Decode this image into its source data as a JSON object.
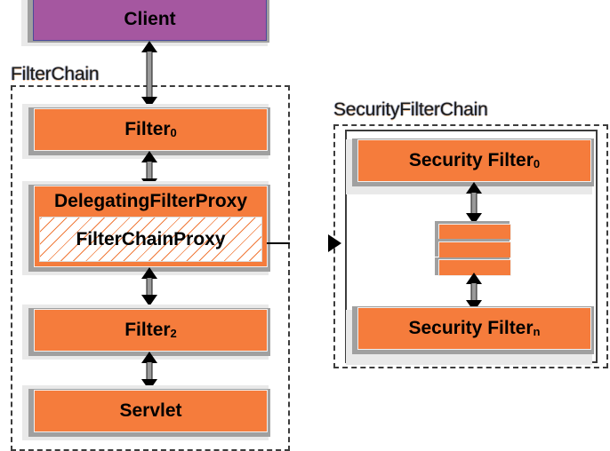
{
  "diagram": {
    "title": "Spring Security FilterChain / SecurityFilterChain delegation diagram",
    "colors": {
      "orange": "#f57c3c",
      "purple": "#a557a0",
      "shadow_dark": "#a0a0a0",
      "shadow_light": "#e9e9e9",
      "border_dashed": "#3c3c3c",
      "hatch_line": "#f07a3a",
      "background": "#ffffff"
    },
    "groups": [
      {
        "id": "filter-chain",
        "label": "FilterChain"
      },
      {
        "id": "security-filter-chain",
        "label": "SecurityFilterChain"
      }
    ],
    "nodes": {
      "client": {
        "label": "Client",
        "shape": "box",
        "fill": "purple"
      },
      "filter0": {
        "label": "Filter",
        "subscript": "0",
        "shape": "box",
        "fill": "orange"
      },
      "delegating_filter_proxy": {
        "label": "DelegatingFilterProxy",
        "shape": "box",
        "fill": "orange"
      },
      "filter_chain_proxy": {
        "label": "FilterChainProxy",
        "shape": "box",
        "fill": "hatched"
      },
      "filter2": {
        "label": "Filter",
        "subscript": "2",
        "shape": "box",
        "fill": "orange"
      },
      "servlet": {
        "label": "Servlet",
        "shape": "box",
        "fill": "orange"
      },
      "security_filter0": {
        "label": "Security Filter",
        "subscript": "0",
        "shape": "box",
        "fill": "orange"
      },
      "security_filter_n": {
        "label": "Security Filter",
        "subscript": "n",
        "shape": "box",
        "fill": "orange"
      },
      "ellipsis_bars": {
        "label": "",
        "shape": "stacked-bars",
        "count": 3,
        "fill": "orange"
      }
    },
    "edges": [
      {
        "from": "client",
        "to": "filter0",
        "style": "bidirectional-vertical"
      },
      {
        "from": "filter0",
        "to": "delegating_filter_proxy",
        "style": "bidirectional-vertical"
      },
      {
        "from": "delegating_filter_proxy",
        "to": "filter2",
        "style": "bidirectional-vertical"
      },
      {
        "from": "filter2",
        "to": "servlet",
        "style": "bidirectional-vertical"
      },
      {
        "from": "filter_chain_proxy",
        "to": "security-filter-chain",
        "style": "directed-horizontal"
      },
      {
        "from": "security_filter0",
        "to": "ellipsis_bars",
        "style": "bidirectional-vertical"
      },
      {
        "from": "ellipsis_bars",
        "to": "security_filter_n",
        "style": "bidirectional-vertical"
      }
    ]
  }
}
